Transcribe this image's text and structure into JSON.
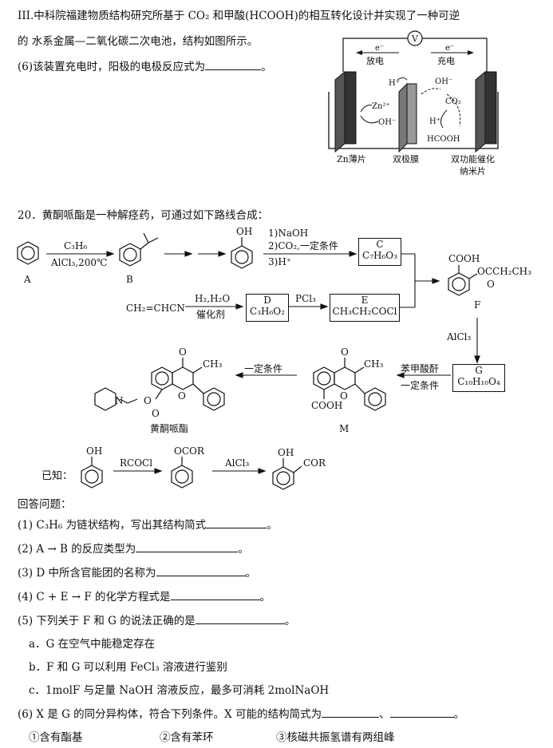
{
  "section3": {
    "line1": "III.中科院福建物质结构研究所基于 CO₂ 和甲酸(HCOOH)的相互转化设计并实现了一种可逆",
    "line2": "的    水系金属—二氧化碳二次电池，结构如图所示。",
    "q6": "(6)该装置充电时，阳极的电极反应式为",
    "q6_end": "。"
  },
  "battery": {
    "meter": "V",
    "left_arrow_label_top": "e⁻",
    "left_arrow_label": "放电",
    "right_arrow_label_top": "e⁻",
    "right_arrow_label": "充电",
    "species_h_left": "H⁺",
    "species_oh_right": "OH⁻",
    "species_co2": "CO₂",
    "species_zn": "Zn²⁺",
    "species_oh_left": "OH⁻",
    "species_h_right": "H⁺",
    "species_hcooh": "HCOOH",
    "label_zn": "Zn薄片",
    "label_membrane": "双极膜",
    "label_catalyst_1": "双功能催化",
    "label_catalyst_2": "纳米片"
  },
  "q20": {
    "intro": "20．黄酮哌酯是一种解痉药，可通过如下路线合成：",
    "reagent_c3h6": "C₃H₆",
    "reagent_alcl3_200": "AlCl₃,200℃",
    "label_A": "A",
    "label_B": "B",
    "oh_label": "OH",
    "step_naoh": "1)NaOH",
    "step_co2": "2)CO₂,一定条件",
    "step_h": "3)H⁺",
    "box_C_name": "C",
    "box_C_formula": "C₇H₆O₃",
    "ch2chcn": "CH₂=CHCN",
    "h2_h2o": "H₂,H₂O",
    "catalyst": "催化剂",
    "box_D_name": "D",
    "box_D_formula": "C₃H₆O₂",
    "pcl3": "PCl₃",
    "box_E_name": "E",
    "box_E_formula": "CH₃CH₂COCl",
    "F_cooh": "COOH",
    "F_ester": "OCCH₂CH₃",
    "F_o": "O",
    "label_F": "F",
    "alcl3": "AlCl₃",
    "box_G_name": "G",
    "box_G_formula": "C₁₀H₁₀O₄",
    "benzoic_anhydride": "苯甲酸酐",
    "cond_1": "一定条件",
    "cond_2": "一定条件",
    "ch3": "CH₃",
    "ch3_2": "CH₃",
    "carbonyl_o": "O",
    "carbonyl_o2": "O",
    "ring_o": "O",
    "ring_o2": "O",
    "m_cooh": "COOH",
    "label_M": "M",
    "n_atom": "N",
    "ester_o": "O",
    "ester_o2": "O",
    "product_name": "黄酮哌酯",
    "known": "已知：",
    "known_oh": "OH",
    "known_ocor": "OCOR",
    "known_rcocl": "RCOCl",
    "known_alcl3": "AlCl₃",
    "known_oh2": "OH",
    "known_cor": "COR"
  },
  "questions": {
    "header": "回答问题：",
    "q1": "(1)  C₃H₆ 为链状结构，写出其结构简式",
    "q1_end": "。",
    "q2": "(2) A → B 的反应类型为",
    "q2_end": "。",
    "q3": "(3) D 中所含官能团的名称为",
    "q3_end": "。",
    "q4": "(4)  C + E → F 的化学方程式是",
    "q4_end": "。",
    "q5": "(5)  下列关于 F 和 G 的说法正确的是",
    "q5_end": "。",
    "opt_a": "a．G 在空气中能稳定存在",
    "opt_b": "b．F 和 G 可以利用 FeCl₃ 溶液进行鉴别",
    "opt_c": "c．1molF 与足量 NaOH 溶液反应，最多可消耗 2molNaOH",
    "q6": "(6) X 是 G 的同分异构体，符合下列条件。X 可能的结构简式为",
    "q6_sep": "、",
    "q6_end": "。",
    "cond1": "①含有酯基",
    "cond2": "②含有苯环",
    "cond3": "③核磁共振氢谱有两组峰"
  }
}
